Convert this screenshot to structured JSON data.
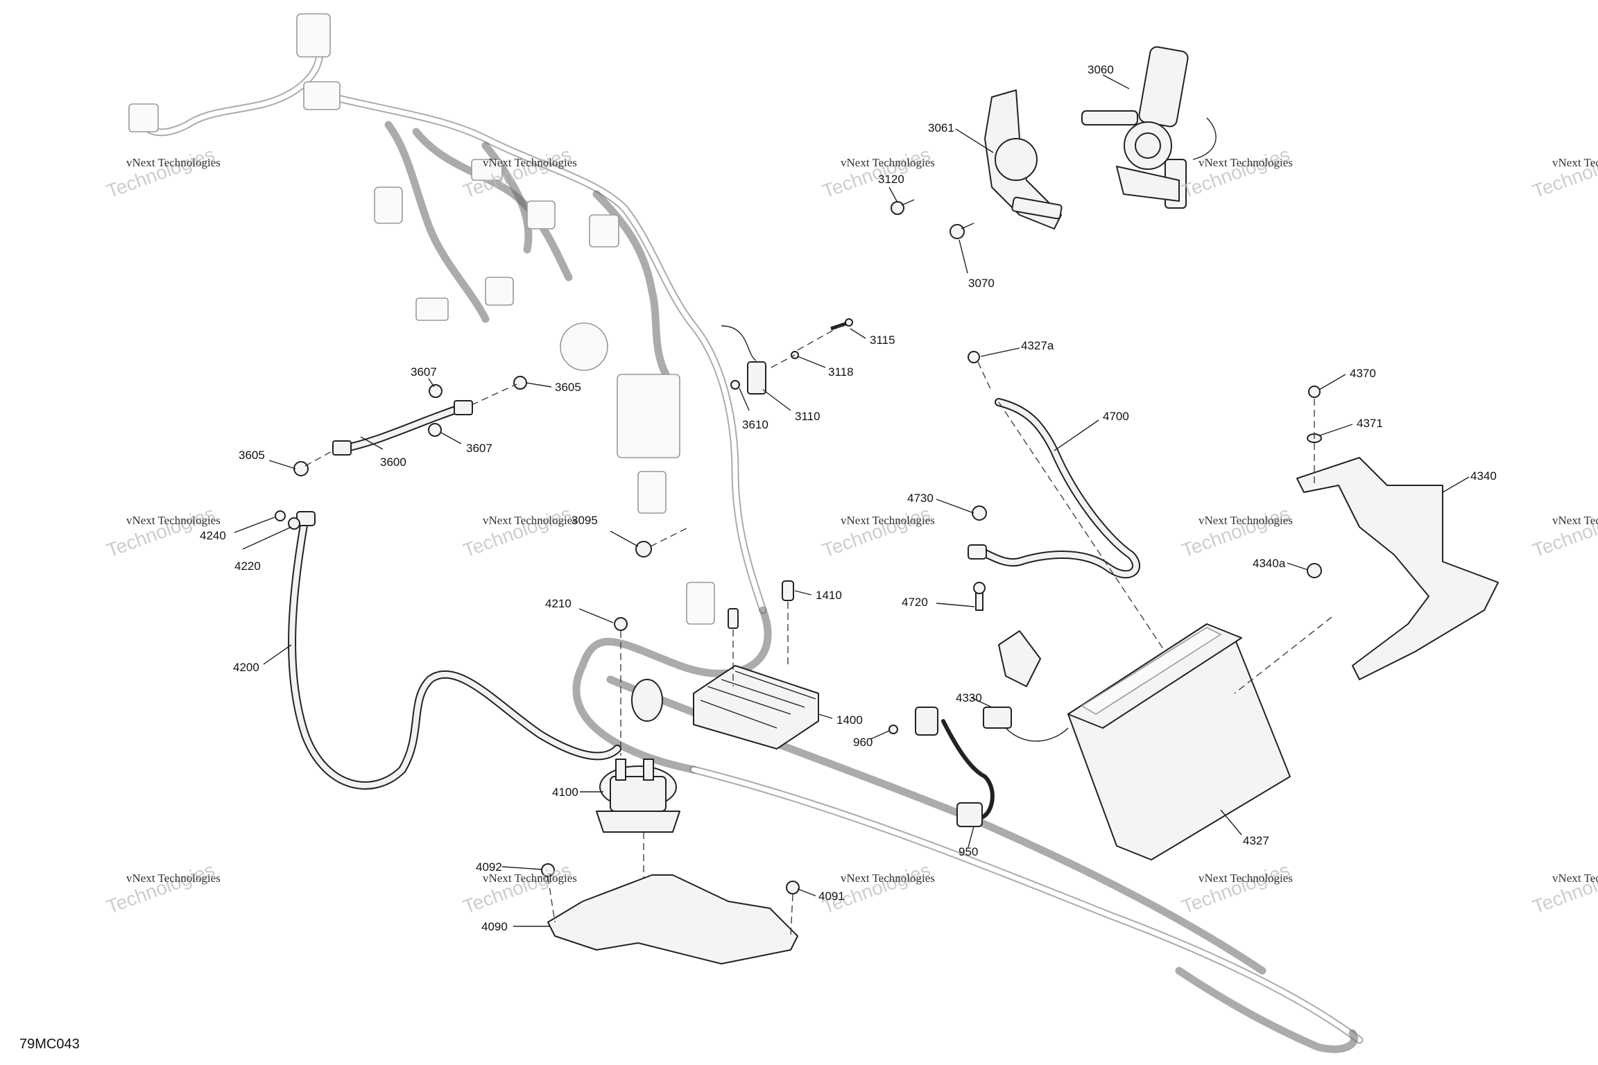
{
  "figure_code": "79MC043",
  "watermark": {
    "line1": "vNext Technologies",
    "line2": "Technologies"
  },
  "callouts": {
    "c3060": "3060",
    "c3061": "3061",
    "c3120": "3120",
    "c3070": "3070",
    "c3115": "3115",
    "c3118": "3118",
    "c3610": "3610",
    "c3110": "3110",
    "c3607a": "3607",
    "c3605a": "3605",
    "c3605b": "3605",
    "c3600": "3600",
    "c3607b": "3607",
    "c4240": "4240",
    "c4220": "4220",
    "c3095": "3095",
    "c4210": "4210",
    "c1410": "1410",
    "c4200": "4200",
    "c1400": "1400",
    "c960": "960",
    "c4100": "4100",
    "c4092": "4092",
    "c4091": "4091",
    "c4090": "4090",
    "c4327a": "4327a",
    "c4700": "4700",
    "c4730": "4730",
    "c4720": "4720",
    "c4330": "4330",
    "c950": "950",
    "c4327": "4327",
    "c4370": "4370",
    "c4371": "4371",
    "c4340": "4340",
    "c4340a": "4340a"
  }
}
